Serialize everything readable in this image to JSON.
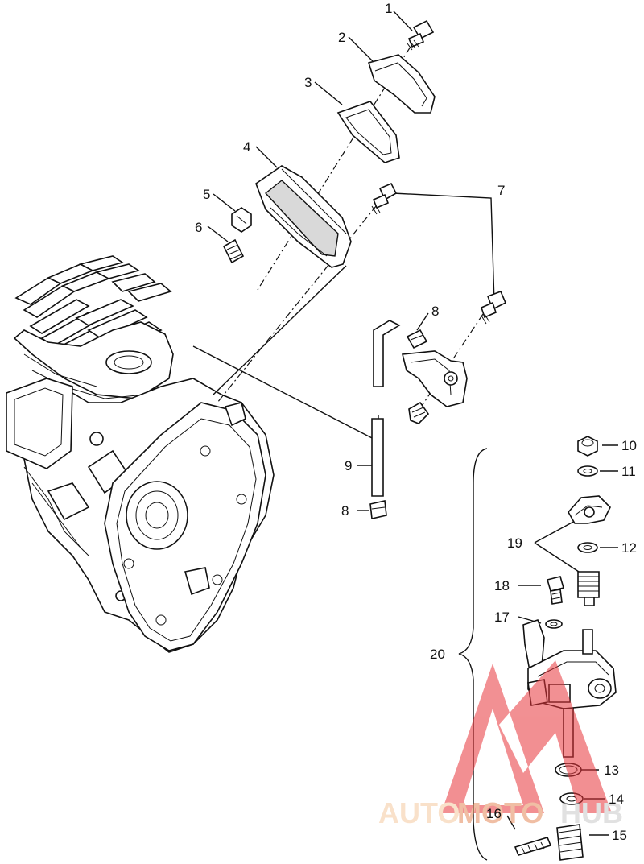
{
  "callouts": {
    "c1": "1",
    "c2": "2",
    "c3": "3",
    "c4": "4",
    "c5": "5",
    "c6": "6",
    "c7": "7",
    "c8a": "8",
    "c8b": "8",
    "c9": "9",
    "c10": "10",
    "c11": "11",
    "c12": "12",
    "c13": "13",
    "c14": "14",
    "c15": "15",
    "c16": "16",
    "c17": "17",
    "c18": "18",
    "c19": "19",
    "c20": "20"
  },
  "watermark": {
    "auto": "AUTO",
    "moto": "MOTO",
    "hub": "HUB",
    "colors": {
      "triangle": "#e8343a",
      "auto": "#f5c9a0",
      "moto": "#e48a5a",
      "hub": "#c9c9c9"
    }
  }
}
